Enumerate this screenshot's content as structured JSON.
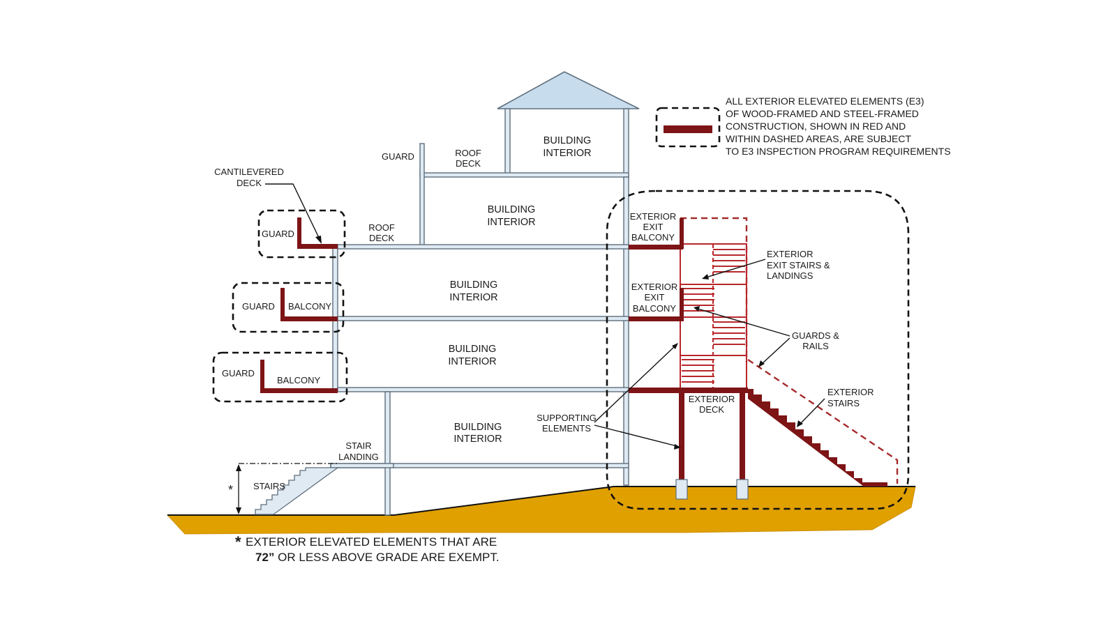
{
  "legend": {
    "lines": [
      "ALL EXTERIOR ELEVATED ELEMENTS (E3)",
      "OF WOOD-FRAMED AND STEEL-FRAMED",
      "CONSTRUCTION, SHOWN IN RED AND",
      "WITHIN DASHED AREAS, ARE SUBJECT",
      "TO E3 INSPECTION PROGRAM REQUIREMENTS"
    ],
    "accent_color": "#7d1416"
  },
  "labels": {
    "guard_top": "GUARD",
    "roof_deck_top": [
      "ROOF",
      "DECK"
    ],
    "interior_top": [
      "BUILDING",
      "INTERIOR"
    ],
    "cantilevered_deck": [
      "CANTILEVERED",
      "DECK"
    ],
    "guard_1": "GUARD",
    "roof_deck_mid": [
      "ROOF",
      "DECK"
    ],
    "interior_4": [
      "BUILDING",
      "INTERIOR"
    ],
    "guard_2": "GUARD",
    "balcony_2": "BALCONY",
    "interior_3": [
      "BUILDING",
      "INTERIOR"
    ],
    "guard_3": "GUARD",
    "balcony_3": "BALCONY",
    "interior_2": [
      "BUILDING",
      "INTERIOR"
    ],
    "interior_1": [
      "BUILDING",
      "INTERIOR"
    ],
    "stair_landing": [
      "STAIR",
      "LANDING"
    ],
    "stairs": "STAIRS",
    "asterisk": "*",
    "ext_exit_balcony_top": [
      "EXTERIOR",
      "EXIT",
      "BALCONY"
    ],
    "ext_exit_balcony_mid": [
      "EXTERIOR",
      "EXIT",
      "BALCONY"
    ],
    "ext_exit_stairs": [
      "EXTERIOR",
      "EXIT STAIRS &",
      "LANDINGS"
    ],
    "guards_rails": [
      "GUARDS &",
      "RAILS"
    ],
    "ext_stairs": [
      "EXTERIOR",
      "STAIRS"
    ],
    "ext_deck": [
      "EXTERIOR",
      "DECK"
    ],
    "supporting": [
      "SUPPORTING",
      "ELEMENTS"
    ]
  },
  "footnote": {
    "star": "*",
    "line1": "EXTERIOR ELEVATED ELEMENTS THAT ARE",
    "line2_bold": "72”",
    "line2_rest": " OR LESS ABOVE GRADE ARE EXEMPT."
  }
}
